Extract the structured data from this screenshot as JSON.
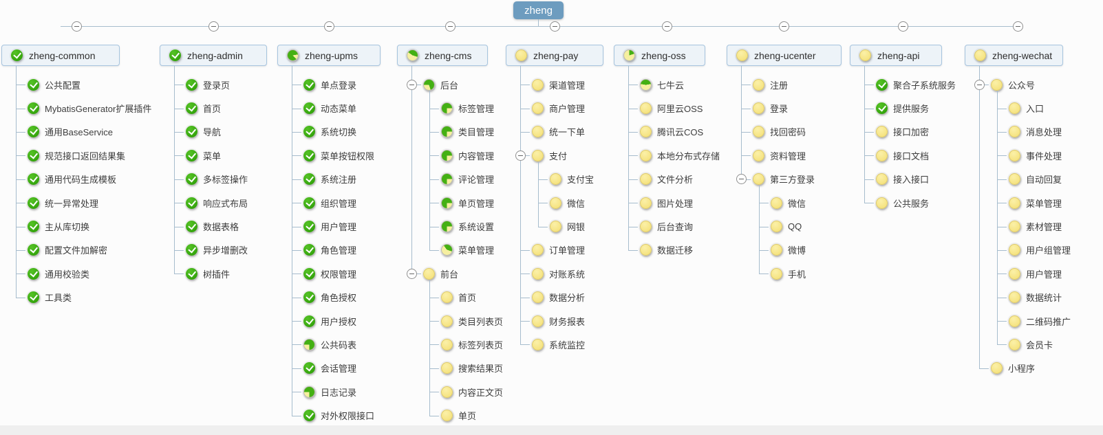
{
  "root": {
    "label": "zheng"
  },
  "colors": {
    "root_node": "#6d9cbf",
    "status_done_green": "#33a30b",
    "status_todo_yellow": "#f5e27d",
    "pie_green": "#44b013",
    "pie_yellow": "#f6efa0",
    "connector_line": "#a6bccd",
    "header_box_bg": "#edf3f8",
    "header_box_border": "#a6c4de"
  },
  "icons_legend": {
    "done": "green-check-icon",
    "pie": "progress-pie-icon",
    "todo": "yellow-circle-icon",
    "collapse": "minus-collapse-icon"
  },
  "columns": [
    {
      "label": "zheng-common",
      "status": "done",
      "children": [
        {
          "label": "公共配置",
          "status": "done"
        },
        {
          "label": "MybatisGenerator扩展插件",
          "status": "done"
        },
        {
          "label": "通用BaseService",
          "status": "done"
        },
        {
          "label": "规范接口返回结果集",
          "status": "done"
        },
        {
          "label": "通用代码生成模板",
          "status": "done"
        },
        {
          "label": "统一异常处理",
          "status": "done"
        },
        {
          "label": "主从库切换",
          "status": "done"
        },
        {
          "label": "配置文件加解密",
          "status": "done"
        },
        {
          "label": "通用校验类",
          "status": "done"
        },
        {
          "label": "工具类",
          "status": "done"
        }
      ]
    },
    {
      "label": "zheng-admin",
      "status": "done",
      "children": [
        {
          "label": "登录页",
          "status": "done"
        },
        {
          "label": "首页",
          "status": "done"
        },
        {
          "label": "导航",
          "status": "done"
        },
        {
          "label": "菜单",
          "status": "done"
        },
        {
          "label": "多标签操作",
          "status": "done"
        },
        {
          "label": "响应式布局",
          "status": "done"
        },
        {
          "label": "数据表格",
          "status": "done"
        },
        {
          "label": "异步增删改",
          "status": "done"
        },
        {
          "label": "树插件",
          "status": "done"
        }
      ]
    },
    {
      "label": "zheng-upms",
      "status": "pie",
      "progress": 0.85,
      "pie_rotation": 135,
      "children": [
        {
          "label": "单点登录",
          "status": "done"
        },
        {
          "label": "动态菜单",
          "status": "done"
        },
        {
          "label": "系统切换",
          "status": "done"
        },
        {
          "label": "菜单按钮权限",
          "status": "done"
        },
        {
          "label": "系统注册",
          "status": "done"
        },
        {
          "label": "组织管理",
          "status": "done"
        },
        {
          "label": "用户管理",
          "status": "done"
        },
        {
          "label": "角色管理",
          "status": "done"
        },
        {
          "label": "权限管理",
          "status": "done"
        },
        {
          "label": "角色授权",
          "status": "done"
        },
        {
          "label": "用户授权",
          "status": "done"
        },
        {
          "label": "公共码表",
          "status": "pie",
          "progress": 0.75,
          "pie_rotation": -90
        },
        {
          "label": "会话管理",
          "status": "done"
        },
        {
          "label": "日志记录",
          "status": "pie",
          "progress": 0.75,
          "pie_rotation": -90
        },
        {
          "label": "对外权限接口",
          "status": "done"
        }
      ]
    },
    {
      "label": "zheng-cms",
      "status": "pie",
      "progress": 0.45,
      "pie_rotation": -54,
      "children": [
        {
          "label": "后台",
          "status": "pie",
          "progress": 0.7,
          "pie_rotation": -90,
          "children": [
            {
              "label": "标签管理",
              "status": "pie",
              "progress": 0.75,
              "pie_rotation": 180
            },
            {
              "label": "类目管理",
              "status": "pie",
              "progress": 0.75,
              "pie_rotation": 180
            },
            {
              "label": "内容管理",
              "status": "pie",
              "progress": 0.75,
              "pie_rotation": 180
            },
            {
              "label": "评论管理",
              "status": "pie",
              "progress": 0.75,
              "pie_rotation": 180
            },
            {
              "label": "单页管理",
              "status": "pie",
              "progress": 0.75,
              "pie_rotation": 180
            },
            {
              "label": "系统设置",
              "status": "pie",
              "progress": 0.75,
              "pie_rotation": 180
            },
            {
              "label": "菜单管理",
              "status": "pie",
              "progress": 0.4,
              "pie_rotation": -36
            }
          ]
        },
        {
          "label": "前台",
          "status": "todo",
          "children": [
            {
              "label": "首页",
              "status": "todo"
            },
            {
              "label": "类目列表页",
              "status": "todo"
            },
            {
              "label": "标签列表页",
              "status": "todo"
            },
            {
              "label": "搜索结果页",
              "status": "todo"
            },
            {
              "label": "内容正文页",
              "status": "todo"
            },
            {
              "label": "单页",
              "status": "todo"
            }
          ]
        }
      ]
    },
    {
      "label": "zheng-pay",
      "status": "todo",
      "children": [
        {
          "label": "渠道管理",
          "status": "todo"
        },
        {
          "label": "商户管理",
          "status": "todo"
        },
        {
          "label": "统一下单",
          "status": "todo"
        },
        {
          "label": "支付",
          "status": "todo",
          "children": [
            {
              "label": "支付宝",
              "status": "todo"
            },
            {
              "label": "微信",
              "status": "todo"
            },
            {
              "label": "网银",
              "status": "todo"
            }
          ]
        },
        {
          "label": "订单管理",
          "status": "todo"
        },
        {
          "label": "对账系统",
          "status": "todo"
        },
        {
          "label": "数据分析",
          "status": "todo"
        },
        {
          "label": "财务报表",
          "status": "todo"
        },
        {
          "label": "系统监控",
          "status": "todo"
        }
      ]
    },
    {
      "label": "zheng-oss",
      "status": "pie",
      "progress": 0.2,
      "pie_rotation": 0,
      "children": [
        {
          "label": "七牛云",
          "status": "pie",
          "progress": 0.45,
          "pie_rotation": -81
        },
        {
          "label": "阿里云OSS",
          "status": "todo"
        },
        {
          "label": "腾讯云COS",
          "status": "todo"
        },
        {
          "label": "本地分布式存储",
          "status": "todo"
        },
        {
          "label": "文件分析",
          "status": "todo"
        },
        {
          "label": "图片处理",
          "status": "todo"
        },
        {
          "label": "后台查询",
          "status": "todo"
        },
        {
          "label": "数据迁移",
          "status": "todo"
        }
      ]
    },
    {
      "label": "zheng-ucenter",
      "status": "todo",
      "children": [
        {
          "label": "注册",
          "status": "todo"
        },
        {
          "label": "登录",
          "status": "todo"
        },
        {
          "label": "找回密码",
          "status": "todo"
        },
        {
          "label": "资料管理",
          "status": "todo"
        },
        {
          "label": "第三方登录",
          "status": "todo",
          "children": [
            {
              "label": "微信",
              "status": "todo"
            },
            {
              "label": "QQ",
              "status": "todo"
            },
            {
              "label": "微博",
              "status": "todo"
            },
            {
              "label": "手机",
              "status": "todo"
            }
          ]
        }
      ]
    },
    {
      "label": "zheng-api",
      "status": "todo",
      "children": [
        {
          "label": "聚合子系统服务",
          "status": "done"
        },
        {
          "label": "提供服务",
          "status": "done"
        },
        {
          "label": "接口加密",
          "status": "todo"
        },
        {
          "label": "接口文档",
          "status": "todo"
        },
        {
          "label": "接入接口",
          "status": "todo"
        },
        {
          "label": "公共服务",
          "status": "todo"
        }
      ]
    },
    {
      "label": "zheng-wechat",
      "status": "todo",
      "children": [
        {
          "label": "公众号",
          "status": "todo",
          "children": [
            {
              "label": "入口",
              "status": "todo"
            },
            {
              "label": "消息处理",
              "status": "todo"
            },
            {
              "label": "事件处理",
              "status": "todo"
            },
            {
              "label": "自动回复",
              "status": "todo"
            },
            {
              "label": "菜单管理",
              "status": "todo"
            },
            {
              "label": "素材管理",
              "status": "todo"
            },
            {
              "label": "用户组管理",
              "status": "todo"
            },
            {
              "label": "用户管理",
              "status": "todo"
            },
            {
              "label": "数据统计",
              "status": "todo"
            },
            {
              "label": "二维码推广",
              "status": "todo"
            },
            {
              "label": "会员卡",
              "status": "todo"
            }
          ]
        },
        {
          "label": "小程序",
          "status": "todo"
        }
      ]
    }
  ]
}
